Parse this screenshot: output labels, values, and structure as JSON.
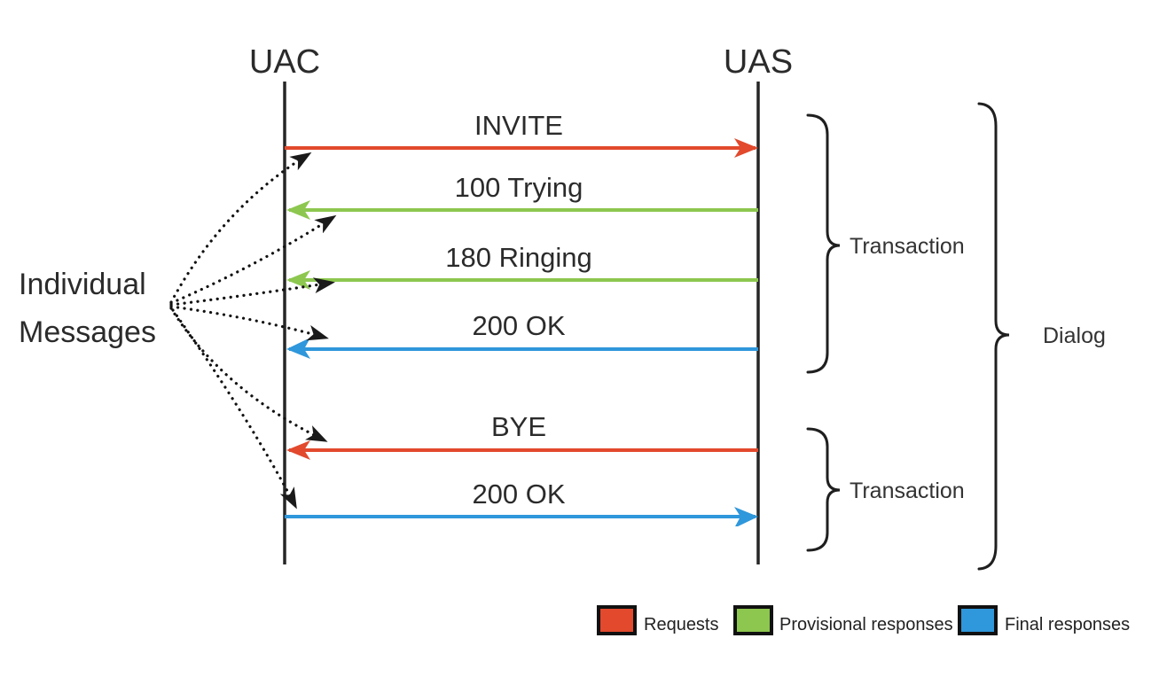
{
  "colors": {
    "request": "#E2492D",
    "provisional": "#8DC74F",
    "final": "#2F97DB",
    "ink": "#1a1a1a"
  },
  "actors": {
    "left": "UAC",
    "right": "UAS"
  },
  "annotation": {
    "line1": "Individual",
    "line2": "Messages"
  },
  "messages": [
    {
      "label": "INVITE",
      "from": "UAC",
      "to": "UAS",
      "type": "request"
    },
    {
      "label": "100 Trying",
      "from": "UAS",
      "to": "UAC",
      "type": "provisional"
    },
    {
      "label": "180 Ringing",
      "from": "UAS",
      "to": "UAC",
      "type": "provisional"
    },
    {
      "label": "200 OK",
      "from": "UAS",
      "to": "UAC",
      "type": "final"
    },
    {
      "label": "BYE",
      "from": "UAS",
      "to": "UAC",
      "type": "request"
    },
    {
      "label": "200 OK",
      "from": "UAC",
      "to": "UAS",
      "type": "final"
    }
  ],
  "braces": [
    {
      "label": "Transaction"
    },
    {
      "label": "Transaction"
    },
    {
      "label": "Dialog"
    }
  ],
  "legend": [
    {
      "label": "Requests",
      "color": "#E2492D"
    },
    {
      "label": "Provisional responses",
      "color": "#8DC74F"
    },
    {
      "label": "Final responses",
      "color": "#2F97DB"
    }
  ]
}
